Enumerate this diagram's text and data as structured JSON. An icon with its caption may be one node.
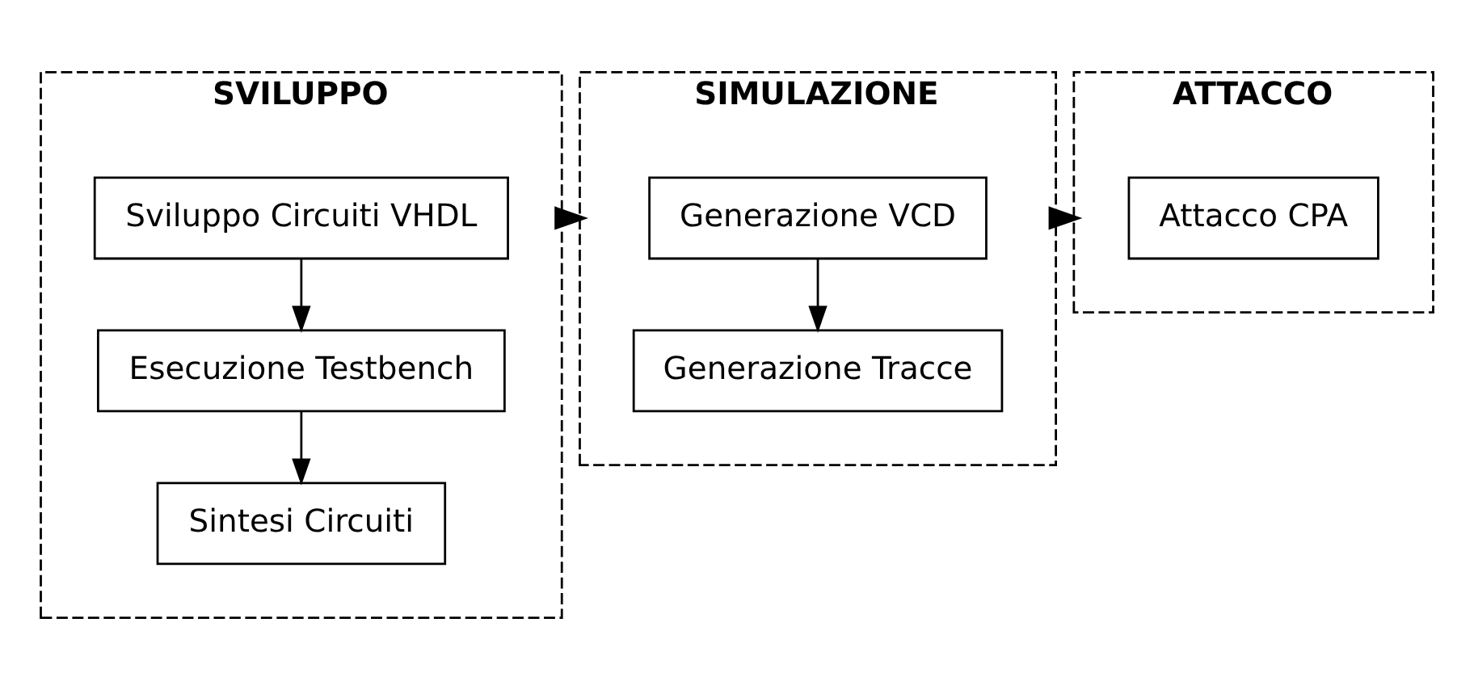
{
  "diagram": {
    "nodes": [
      {
        "text": [
          "SVILUPPO"
        ]
      },
      {
        "text": [
          "Sviluppo Circuiti VHDL"
        ],
        "in": 0
      },
      {
        "text": [
          "Esecuzione Testbench"
        ],
        "in": 0
      },
      {
        "text": [
          "Sintesi Circuiti"
        ],
        "in": 0
      },
      {
        "text": [
          "SIMULAZIONE"
        ]
      },
      {
        "text": [
          "Generazione VCD"
        ],
        "in": 4
      },
      {
        "text": [
          "Generazione Tracce"
        ],
        "in": 4
      },
      {
        "text": [
          "ATTACCO"
        ]
      },
      {
        "text": [
          "Attacco CPA"
        ],
        "in": 7
      }
    ],
    "edges": [
      {
        "from": 1,
        "to": 2,
        "arrow": "to"
      },
      {
        "from": 2,
        "to": 3,
        "arrow": "to"
      },
      {
        "from": 0,
        "to": 4,
        "arrow": "to",
        "style": "thick"
      },
      {
        "from": 5,
        "to": 6,
        "arrow": "to"
      },
      {
        "from": 4,
        "to": 7,
        "arrow": "to",
        "style": "thick"
      }
    ]
  }
}
